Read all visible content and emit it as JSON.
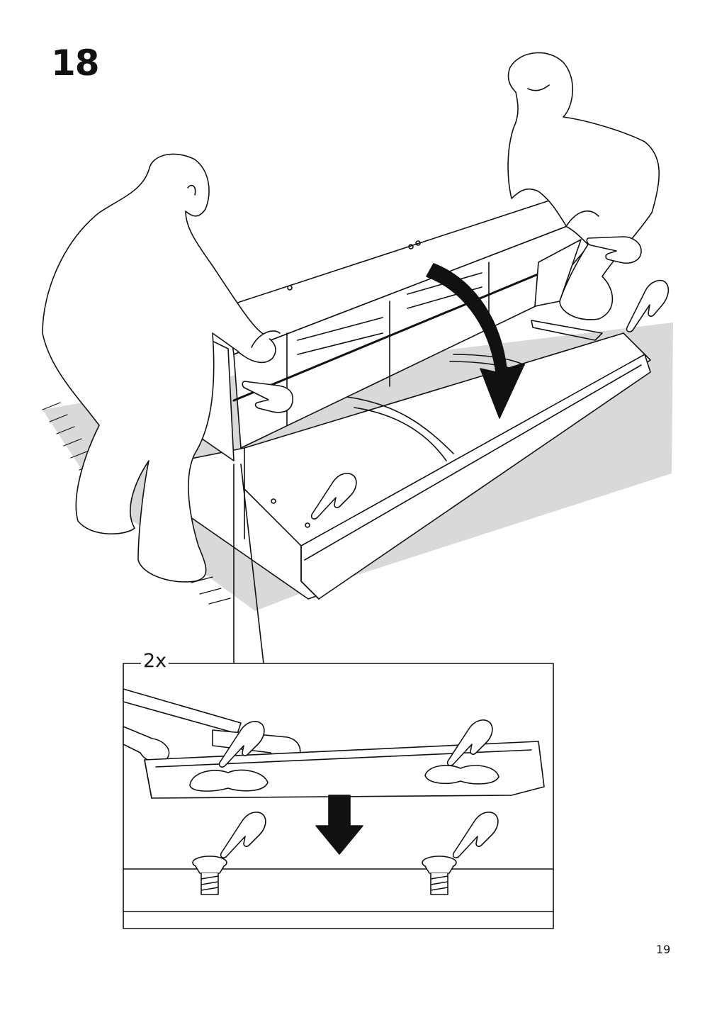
{
  "step": {
    "number": "18"
  },
  "detail": {
    "count": "2x"
  },
  "page": {
    "number": "19"
  },
  "icons": {
    "main_scene": "two-people-lowering-sofa-backrest",
    "rotation_arrow": "curved-arrow-down-icon",
    "press_gesture": "pointing-hand-icon",
    "down_arrow": "arrow-down-icon",
    "screw": "screw-head-icon"
  },
  "colors": {
    "ink": "#111111",
    "floor_shade": "#d9d9d9",
    "paper": "#ffffff"
  }
}
